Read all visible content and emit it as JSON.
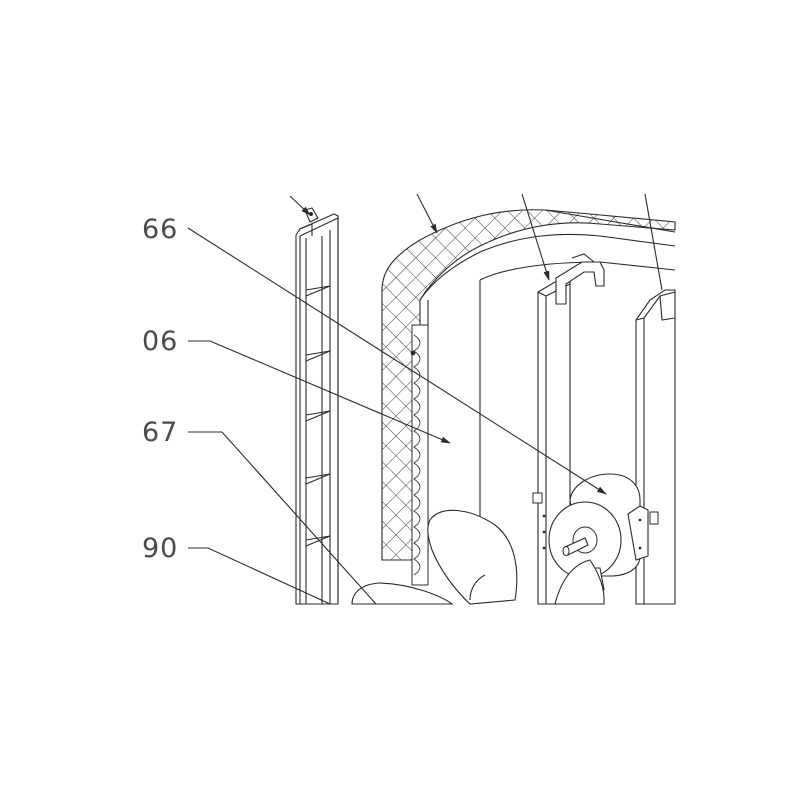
{
  "callouts": [
    {
      "id": "c66",
      "label": "66"
    },
    {
      "id": "c06",
      "label": "06"
    },
    {
      "id": "c67",
      "label": "67"
    },
    {
      "id": "c90",
      "label": "90"
    }
  ],
  "colors": {
    "line": "#2b2b2b",
    "label": "#4a4a4a",
    "background": "#ffffff"
  }
}
